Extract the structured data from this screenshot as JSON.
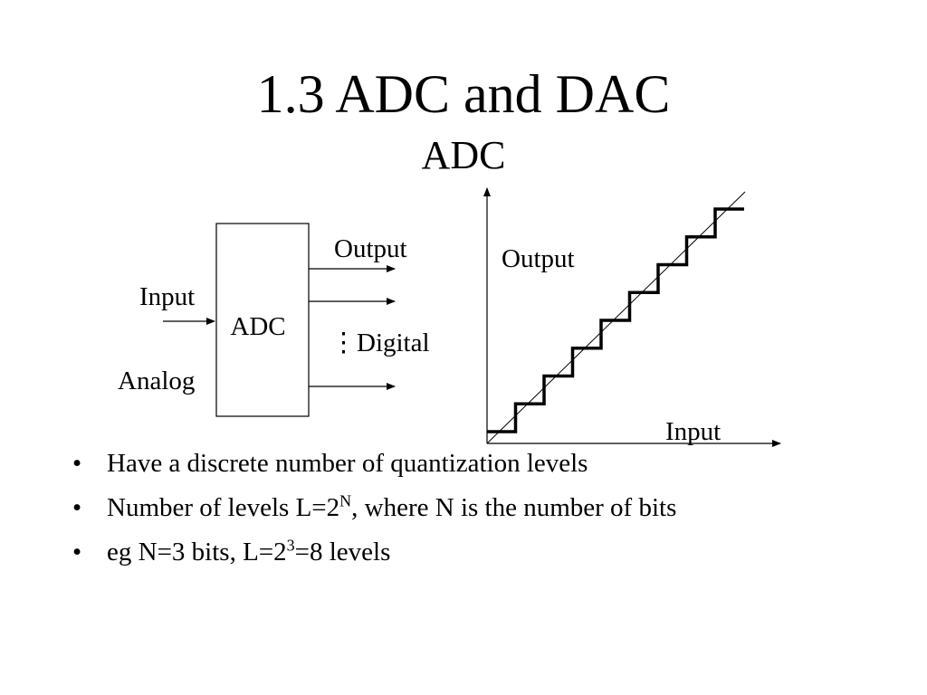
{
  "slide": {
    "title": "1.3 ADC and DAC",
    "subtitle": "ADC"
  },
  "block_diagram": {
    "block_label": "ADC",
    "input_label": "Input",
    "analog_label": "Analog",
    "output_label": "Output",
    "ellipsis": "⋮",
    "digital_label": "Digital"
  },
  "transfer_plot": {
    "y_label": "Output",
    "x_label": "Input",
    "steps": 9
  },
  "bullets": [
    {
      "marker": "•",
      "text": "Have a discrete number of quantization levels"
    },
    {
      "marker": "•",
      "pre": "Number of levels L=2",
      "sup": "N",
      "post": ", where N is the number of bits"
    },
    {
      "marker": "•",
      "pre": "eg N=3 bits, L=2",
      "sup": "3",
      "post": "=8 levels"
    }
  ]
}
